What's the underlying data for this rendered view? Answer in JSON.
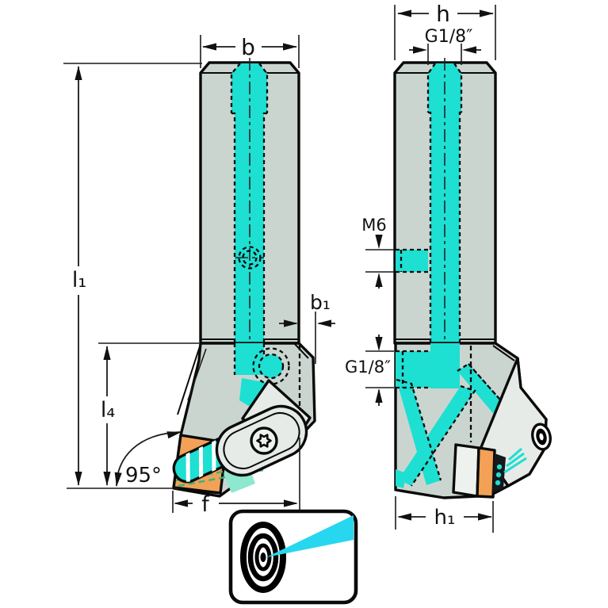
{
  "colors": {
    "body": "#cbd5cf",
    "clamp": "#e6ebe7",
    "insert_face": "#eef2ef",
    "coolant": "#1ddfd2",
    "coolant_light": "#8ee7cf",
    "insert": "#f2a156",
    "flow_dash": "#35b57c",
    "beam": "#27d7ef",
    "outline": "#0a0a0a"
  },
  "left_view": {
    "dims": {
      "b": "b",
      "l1": "l₁",
      "l4": "l₄",
      "b1": "b₁",
      "f": "f",
      "angle": "95°"
    }
  },
  "right_view": {
    "dims": {
      "h": "h",
      "g18_top": "G1/8″",
      "m6": "M6",
      "g18_side": "G1/8″",
      "h1": "h₁"
    }
  },
  "icon": {
    "name": "precision-coolant-target"
  }
}
